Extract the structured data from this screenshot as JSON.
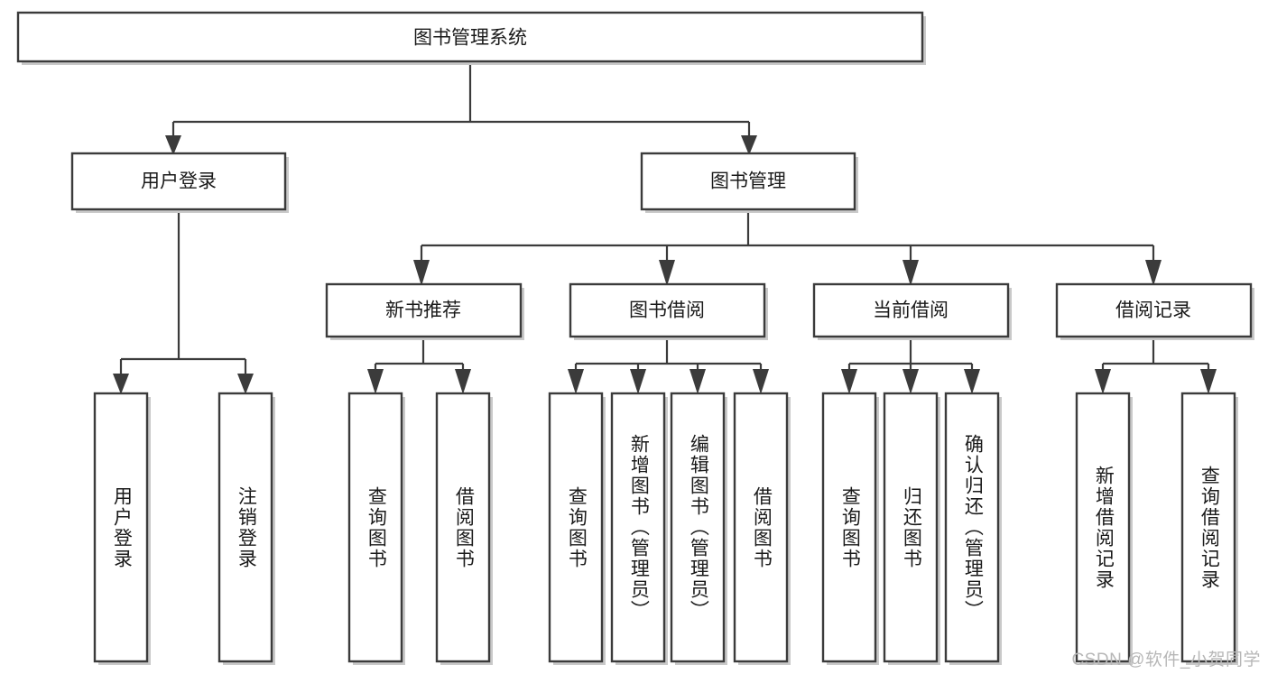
{
  "diagram": {
    "type": "tree",
    "title": "图书管理系统",
    "watermark": "CSDN @软件_小贺同学",
    "colors": {
      "box_stroke": "#3b3b3b",
      "box_fill": "#ffffff",
      "text": "#1a1a1a",
      "shadow": "#c9c9c9",
      "watermark": "#b7b7b7",
      "background": "#ffffff"
    },
    "root": {
      "label": "图书管理系统"
    },
    "level2": [
      {
        "label": "用户登录"
      },
      {
        "label": "图书管理"
      }
    ],
    "level3": [
      {
        "label": "新书推荐"
      },
      {
        "label": "图书借阅"
      },
      {
        "label": "当前借阅"
      },
      {
        "label": "借阅记录"
      }
    ],
    "leaves": {
      "user_login": [
        {
          "label": "用户登录"
        },
        {
          "label": "注销登录"
        }
      ],
      "new_book_recommend": [
        {
          "label": "查询图书"
        },
        {
          "label": "借阅图书"
        }
      ],
      "book_borrow": [
        {
          "label": "查询图书"
        },
        {
          "label": "新增图书（管理员）"
        },
        {
          "label": "编辑图书（管理员）"
        },
        {
          "label": "借阅图书"
        }
      ],
      "current_borrow": [
        {
          "label": "查询图书"
        },
        {
          "label": "归还图书"
        },
        {
          "label": "确认归还（管理员）"
        }
      ],
      "borrow_record": [
        {
          "label": "新增借阅记录"
        },
        {
          "label": "查询借阅记录"
        }
      ]
    }
  }
}
